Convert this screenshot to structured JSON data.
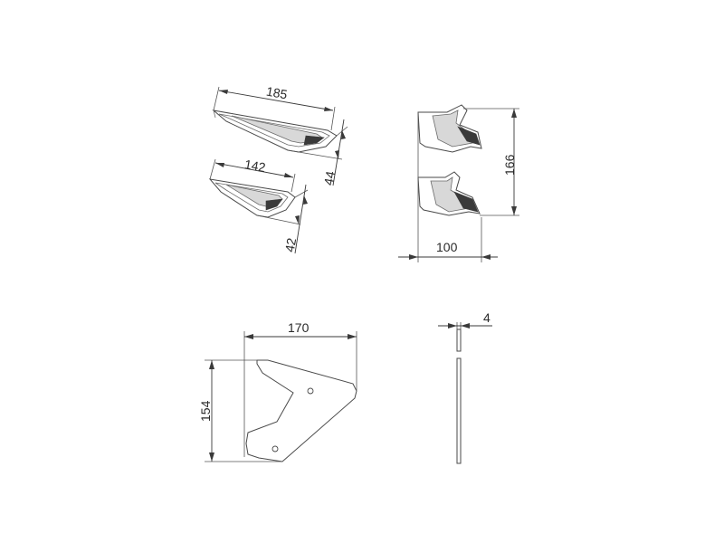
{
  "dimensions": {
    "length_large": "185",
    "length_small": "142",
    "depth_large": "44",
    "depth_small": "42",
    "height_side": "166",
    "width_side": "100",
    "width_front": "170",
    "height_front": "154",
    "thickness": "4"
  },
  "colors": {
    "line": "#3a3a3a",
    "background": "#ffffff"
  }
}
